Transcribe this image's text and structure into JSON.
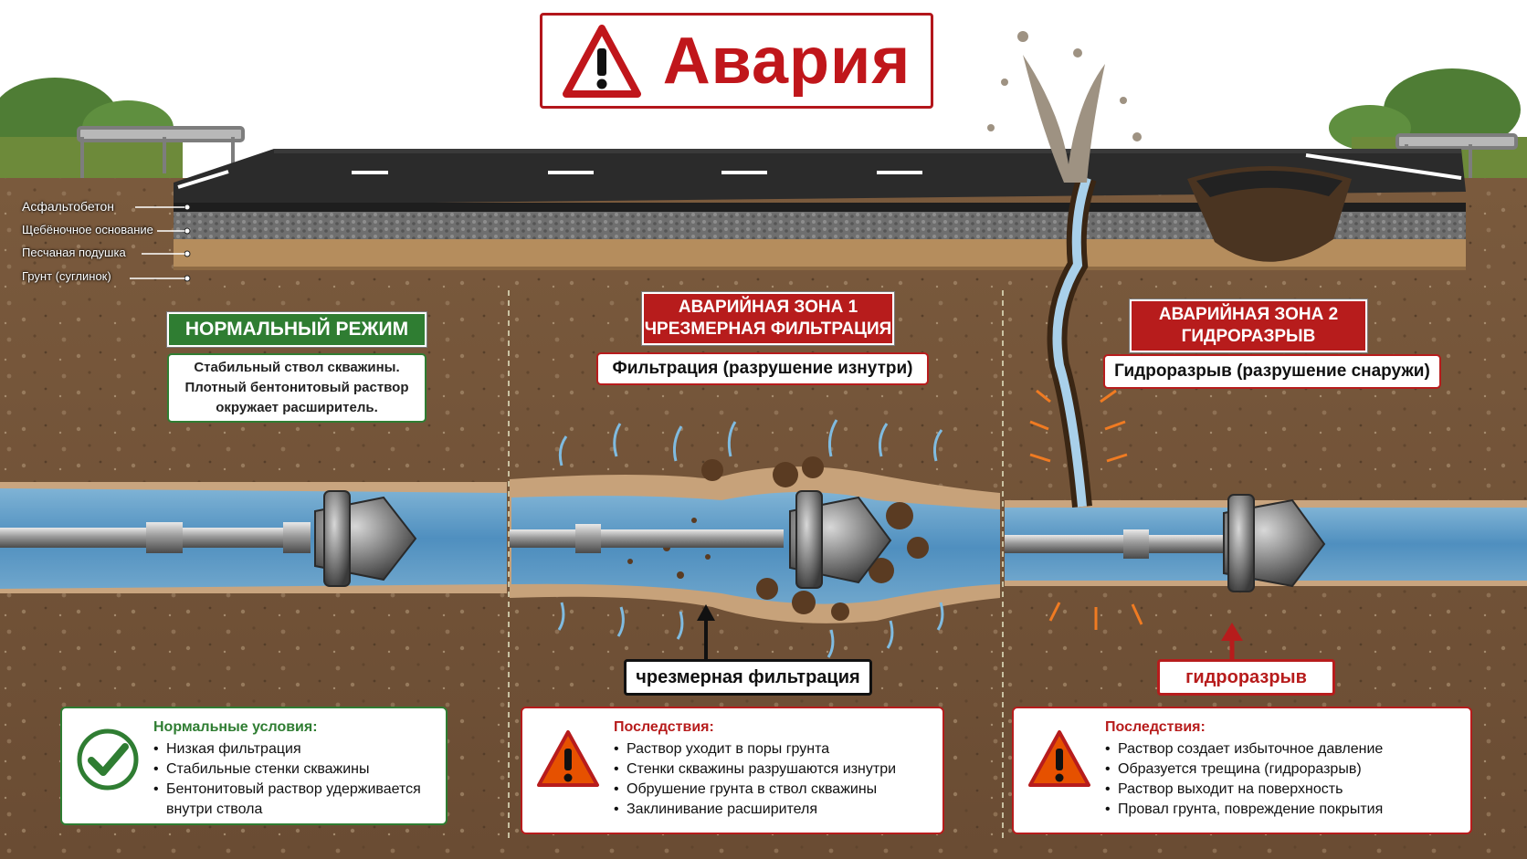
{
  "title": "Авария",
  "layers": [
    "Асфальтобетон",
    "Щебёночное основание",
    "Песчаная подушка",
    "Грунт (суглинок)"
  ],
  "zone_normal": {
    "header": "НОРМАЛЬНЫЙ РЕЖИМ",
    "description": [
      "Стабильный ствол скважины.",
      "Плотный бентонитовый раствор",
      "окружает расширитель."
    ],
    "info_title": "Нормальные условия:",
    "info_items": [
      "Низкая фильтрация",
      "Стабильные стенки скважины",
      "Бентонитовый раствор удерживается внутри ствола"
    ]
  },
  "zone_1": {
    "header": [
      "АВАРИЙНАЯ ЗОНА 1",
      "ЧРЕЗМЕРНАЯ ФИЛЬТРАЦИЯ"
    ],
    "subtitle": "Фильтрация (разрушение изнутри)",
    "callout": "чрезмерная фильтрация",
    "info_title": "Последствия:",
    "info_items": [
      "Раствор уходит в поры грунта",
      "Стенки скважины разрушаются изнутри",
      "Обрушение грунта в ствол скважины",
      "Заклинивание расширителя"
    ]
  },
  "zone_2": {
    "header": [
      "АВАРИЙНАЯ ЗОНА 2",
      "ГИДРОРАЗРЫВ"
    ],
    "subtitle": "Гидроразрыв (разрушение снаружи)",
    "callout": "гидроразрыв",
    "info_title": "Последствия:",
    "info_items": [
      "Раствор создает избыточное давление",
      "Образуется трещина (гидроразрыв)",
      "Раствор выходит на поверхность",
      "Провал грунта, повреждение покрытия"
    ]
  },
  "colors": {
    "accent_red": "#b71c1c",
    "accent_green": "#2f7d32",
    "soil": "#7b5a3c",
    "asphalt": "#2b2b2b",
    "mud": "#5b9bc4"
  },
  "icons": [
    "warning-icon",
    "check-icon"
  ]
}
